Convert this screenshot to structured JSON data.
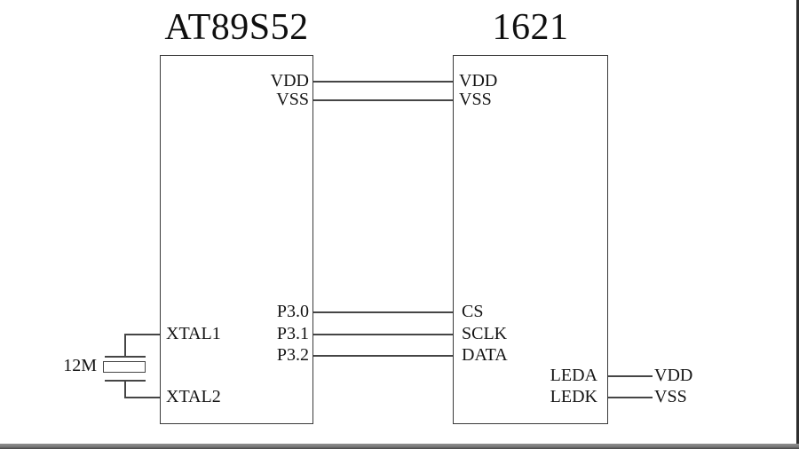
{
  "chips": {
    "left": {
      "title": "AT89S52",
      "pins": {
        "vdd": "VDD",
        "vss": "VSS",
        "p30": "P3.0",
        "p31": "P3.1",
        "p32": "P3.2",
        "xtal1": "XTAL1",
        "xtal2": "XTAL2"
      }
    },
    "right": {
      "title": "1621",
      "pins": {
        "vdd": "VDD",
        "vss": "VSS",
        "cs": "CS",
        "sclk": "SCLK",
        "data": "DATA",
        "leda": "LEDA",
        "ledk": "LEDK"
      }
    }
  },
  "crystal": {
    "label": "12M"
  },
  "external_labels": {
    "leda_supply": "VDD",
    "ledk_supply": "VSS"
  },
  "connections": [
    {
      "from": "AT89S52.VDD",
      "to": "1621.VDD"
    },
    {
      "from": "AT89S52.VSS",
      "to": "1621.VSS"
    },
    {
      "from": "AT89S52.P3.0",
      "to": "1621.CS"
    },
    {
      "from": "AT89S52.P3.1",
      "to": "1621.SCLK"
    },
    {
      "from": "AT89S52.P3.2",
      "to": "1621.DATA"
    },
    {
      "from": "1621.LEDA",
      "to": "VDD"
    },
    {
      "from": "1621.LEDK",
      "to": "VSS"
    },
    {
      "from": "AT89S52.XTAL1",
      "to": "crystal 12M"
    },
    {
      "from": "AT89S52.XTAL2",
      "to": "crystal 12M"
    }
  ],
  "colors": {
    "background": "#ffffff",
    "line": "#454545",
    "box_border": "#3a3a3a",
    "text": "#141414",
    "right_border": "#2e2e2e",
    "bottom_bar": "#7a7a7a"
  }
}
